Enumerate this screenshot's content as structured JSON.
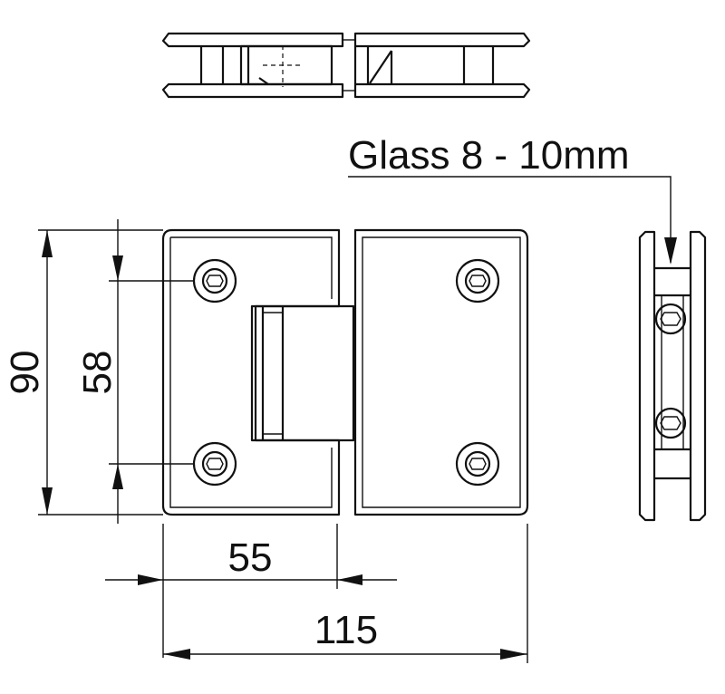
{
  "annotation": {
    "glass_label": "Glass 8 - 10mm"
  },
  "dimensions": {
    "overall_height": "90",
    "hole_spacing": "58",
    "leaf_width": "55",
    "overall_width": "115"
  }
}
